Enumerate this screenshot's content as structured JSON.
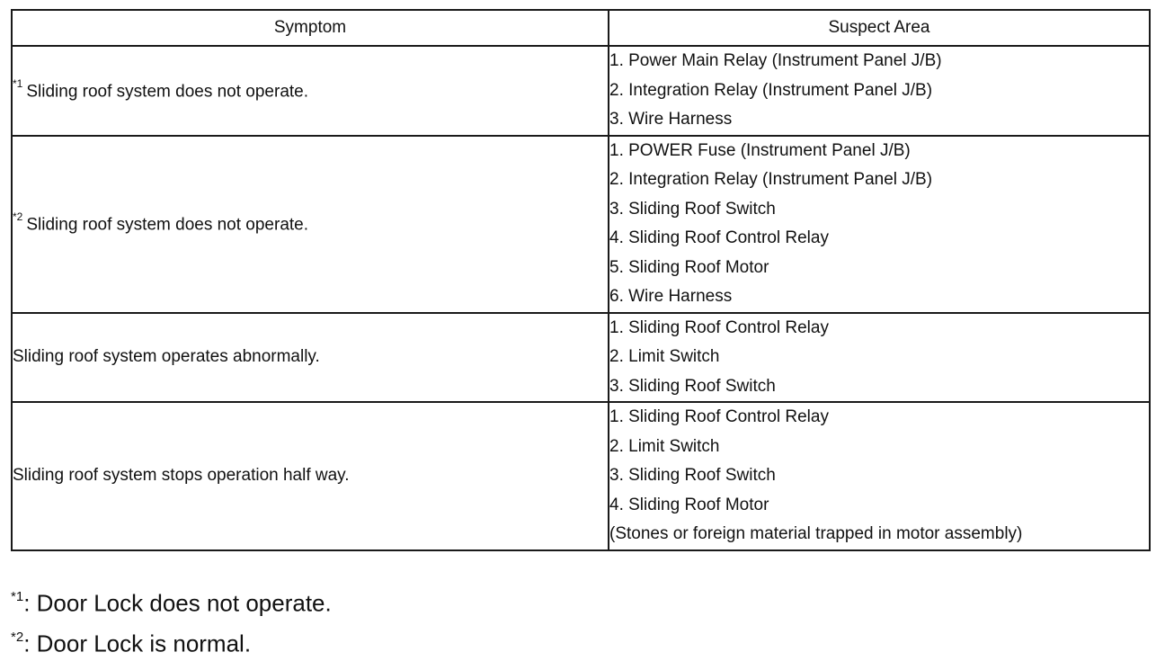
{
  "table": {
    "headers": {
      "symptom": "Symptom",
      "suspect_area": "Suspect Area"
    },
    "rows": [
      {
        "mark": "*1",
        "symptom": "Sliding roof system does not operate.",
        "suspect_area": [
          "1. Power Main Relay (Instrument Panel J/B)",
          "2. Integration Relay (Instrument Panel J/B)",
          "3. Wire Harness"
        ]
      },
      {
        "mark": "*2",
        "symptom": "Sliding roof system does not operate.",
        "suspect_area": [
          "1. POWER Fuse (Instrument Panel J/B)",
          "2. Integration Relay (Instrument Panel J/B)",
          "3. Sliding Roof Switch",
          "4. Sliding Roof Control Relay",
          "5. Sliding Roof Motor",
          "6. Wire Harness"
        ]
      },
      {
        "mark": "",
        "symptom": "Sliding roof system operates abnormally.",
        "suspect_area": [
          "1. Sliding Roof Control Relay",
          "2. Limit Switch",
          "3. Sliding Roof Switch"
        ]
      },
      {
        "mark": "",
        "symptom": "Sliding roof system stops operation half way.",
        "suspect_area": [
          "1. Sliding Roof Control Relay",
          "2. Limit Switch",
          "3. Sliding Roof Switch",
          "4. Sliding Roof Motor",
          "(Stones or foreign material trapped in motor assembly)"
        ]
      }
    ]
  },
  "notes": [
    {
      "mark": "*1",
      "text": ": Door Lock does not operate."
    },
    {
      "mark": "*2",
      "text": ": Door Lock is normal."
    }
  ]
}
